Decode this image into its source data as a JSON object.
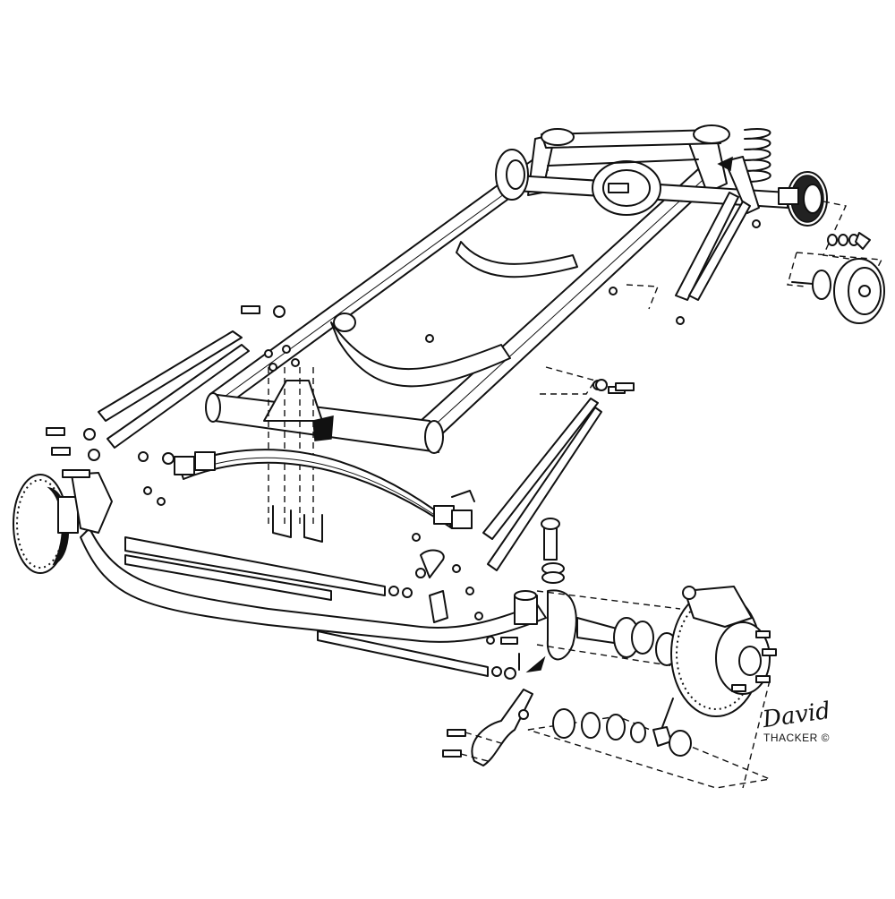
{
  "illustration": {
    "subject": "Exploded view of hot-rod chassis with front and rear suspension",
    "style": "black ink line drawing on white",
    "background_color": "#ffffff",
    "ink_color": "#111111",
    "components": [
      {
        "id": "frame",
        "label": "ladder frame rails with rear crossmember"
      },
      {
        "id": "front-crossmember",
        "label": "front crossmember"
      },
      {
        "id": "center-crossmember",
        "label": "tubular center crossmember"
      },
      {
        "id": "rear-axle",
        "label": "rear axle housing with differential"
      },
      {
        "id": "rear-coilover",
        "label": "rear coil spring / shock"
      },
      {
        "id": "rear-brake-backing-plate",
        "label": "rear brake backing plate"
      },
      {
        "id": "rear-brake-drum",
        "label": "rear brake drum and axle shaft"
      },
      {
        "id": "rear-ladder-bars",
        "label": "rear ladder bars"
      },
      {
        "id": "front-leaf-spring",
        "label": "transverse leaf spring with shackles"
      },
      {
        "id": "u-bolts",
        "label": "spring U-bolts"
      },
      {
        "id": "front-axle",
        "label": "dropped tube front axle"
      },
      {
        "id": "radius-rods",
        "label": "front hairpin radius rods"
      },
      {
        "id": "tie-rod",
        "label": "tie rod"
      },
      {
        "id": "drag-link",
        "label": "drag link"
      },
      {
        "id": "spindle",
        "label": "spindle / steering knuckle with kingpin"
      },
      {
        "id": "front-disc-rotor",
        "label": "front disc rotor and caliper"
      },
      {
        "id": "wheel-bearings",
        "label": "bearings, seal, washer, nut, cotter pin, dust cap"
      },
      {
        "id": "steering-arm",
        "label": "steering arm"
      },
      {
        "id": "left-front-brake",
        "label": "left front disc brake assembly"
      }
    ]
  },
  "signature": {
    "first": "David",
    "last": "THACKER",
    "copyright": "©"
  }
}
